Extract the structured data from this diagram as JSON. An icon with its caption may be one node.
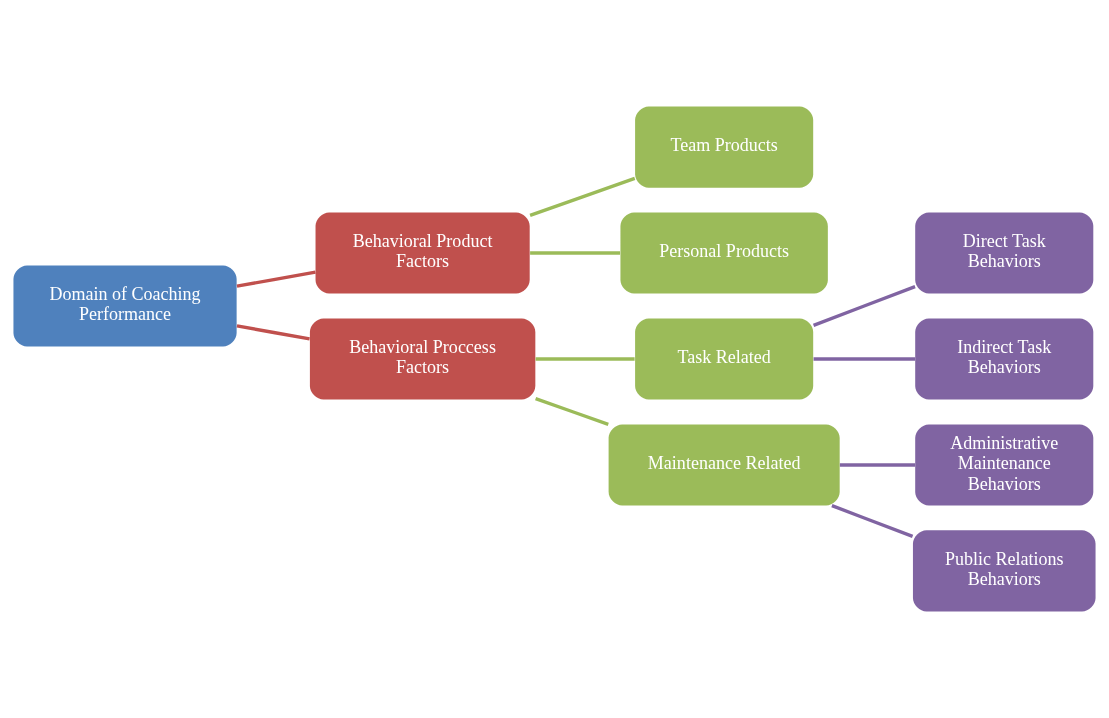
{
  "diagram": {
    "nodes": [
      {
        "text": [
          "Domain of Coaching Performance"
        ]
      },
      {
        "text": [
          "Behavioral Product Factors"
        ]
      },
      {
        "text": [
          "Team Products"
        ]
      },
      {
        "text": [
          "Personal Products"
        ]
      },
      {
        "text": [
          "Behavioral Proccess Factors"
        ]
      },
      {
        "text": [
          "Task Related"
        ]
      },
      {
        "text": [
          "Direct Task Behaviors"
        ]
      },
      {
        "text": [
          "Indirect Task Behaviors"
        ]
      },
      {
        "text": [
          "Maintenance Related"
        ]
      },
      {
        "text": [
          "Administrative Maintenance Behaviors"
        ]
      },
      {
        "text": [
          "Public Relations Behaviors"
        ]
      }
    ],
    "edges": [
      {
        "from": 0,
        "to": 1,
        "arrow": "none",
        "color": "#c0504d"
      },
      {
        "from": 0,
        "to": 4,
        "arrow": "none",
        "color": "#c0504d"
      },
      {
        "from": 1,
        "to": 2,
        "arrow": "none",
        "color": "#9bbb59"
      },
      {
        "from": 1,
        "to": 3,
        "arrow": "none",
        "color": "#9bbb59"
      },
      {
        "from": 4,
        "to": 5,
        "arrow": "none",
        "color": "#9bbb59"
      },
      {
        "from": 4,
        "to": 8,
        "arrow": "none",
        "color": "#9bbb59"
      },
      {
        "from": 5,
        "to": 6,
        "arrow": "none",
        "color": "#8064a2"
      },
      {
        "from": 5,
        "to": 7,
        "arrow": "none",
        "color": "#8064a2"
      },
      {
        "from": 8,
        "to": 9,
        "arrow": "none",
        "color": "#8064a2"
      },
      {
        "from": 8,
        "to": 10,
        "arrow": "none",
        "color": "#8064a2"
      }
    ]
  }
}
